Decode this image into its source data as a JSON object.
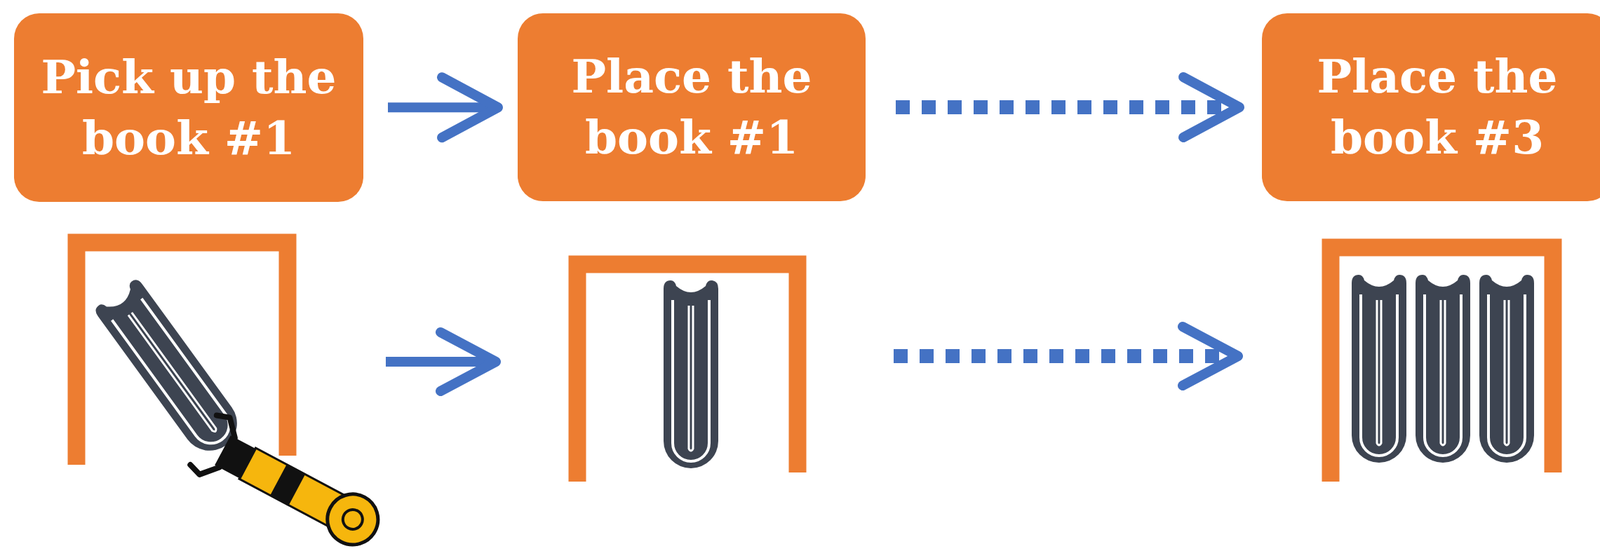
{
  "diagram": {
    "nodes": [
      {
        "text": [
          "Pick up the book #1"
        ]
      },
      {
        "text": [
          "Place the book #1"
        ]
      },
      {
        "text": [
          "Place the book #3"
        ]
      }
    ],
    "edges": [
      {
        "from": 0,
        "to": 1,
        "arrow": "to"
      },
      {
        "from": 1,
        "to": 2,
        "arrow": "to"
      }
    ]
  }
}
